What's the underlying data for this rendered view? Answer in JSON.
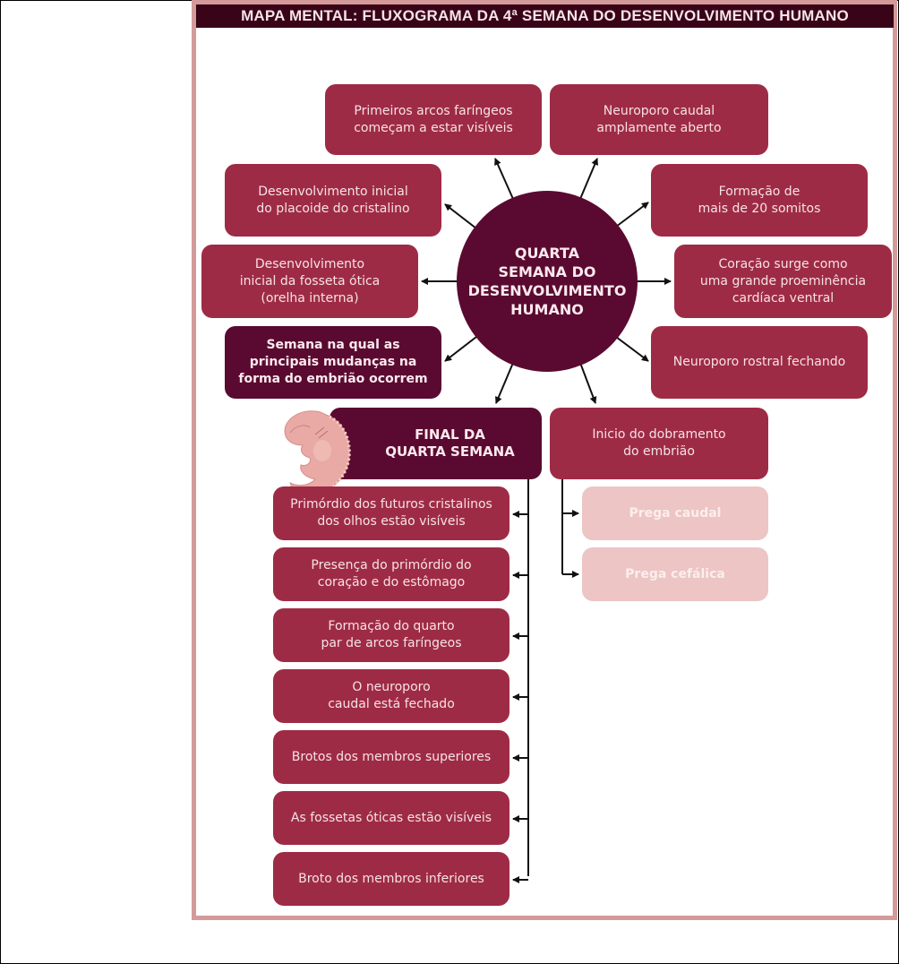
{
  "title": "MAPA MENTAL: FLUXOGRAMA DA 4ª SEMANA DO DESENVOLVIMENTO HUMANO",
  "center": {
    "label": "QUARTA\nSEMANA DO\nDESENVOLVIMENTO\nHUMANO"
  },
  "radial_nodes": [
    {
      "label": "Primeiros arcos faríngeos\ncomeçam a estar visíveis",
      "style": "crimson"
    },
    {
      "label": "Neuroporo caudal\namplamente aberto",
      "style": "crimson"
    },
    {
      "label": "Desenvolvimento inicial\ndo placoide do cristalino",
      "style": "crimson"
    },
    {
      "label": "Formação de\nmais de 20 somitos",
      "style": "crimson"
    },
    {
      "label": "Desenvolvimento\ninicial da fosseta ótica\n(orelha interna)",
      "style": "crimson"
    },
    {
      "label": "Coração surge como\numa grande proeminência\ncardíaca ventral",
      "style": "crimson"
    },
    {
      "label": "Semana na qual as\nprincipais mudanças na\nforma do embrião ocorrem",
      "style": "dark"
    },
    {
      "label": "Neuroporo rostral fechando",
      "style": "crimson"
    }
  ],
  "final_week": {
    "label": "FINAL DA\nQUARTA SEMANA",
    "image": "embryo-illustration",
    "items": [
      "Primórdio dos futuros cristalinos\ndos olhos estão visíveis",
      "Presença do primórdio do\ncoração e do estômago",
      "Formação do quarto\npar de arcos faríngeos",
      "O neuroporo\ncaudal está fechado",
      "Brotos dos membros superiores",
      "As fossetas óticas estão visíveis",
      "Broto dos membros inferiores"
    ]
  },
  "folding": {
    "label": "Inicio do dobramento\ndo embrião",
    "items": [
      "Prega caudal",
      "Prega cefálica"
    ]
  },
  "colors": {
    "frame": "#d49a9a",
    "title_bg": "#3a0418",
    "crimson": "#9e2b45",
    "dark": "#5a0a30",
    "light": "#ecc5c4",
    "arrow": "#111111"
  }
}
